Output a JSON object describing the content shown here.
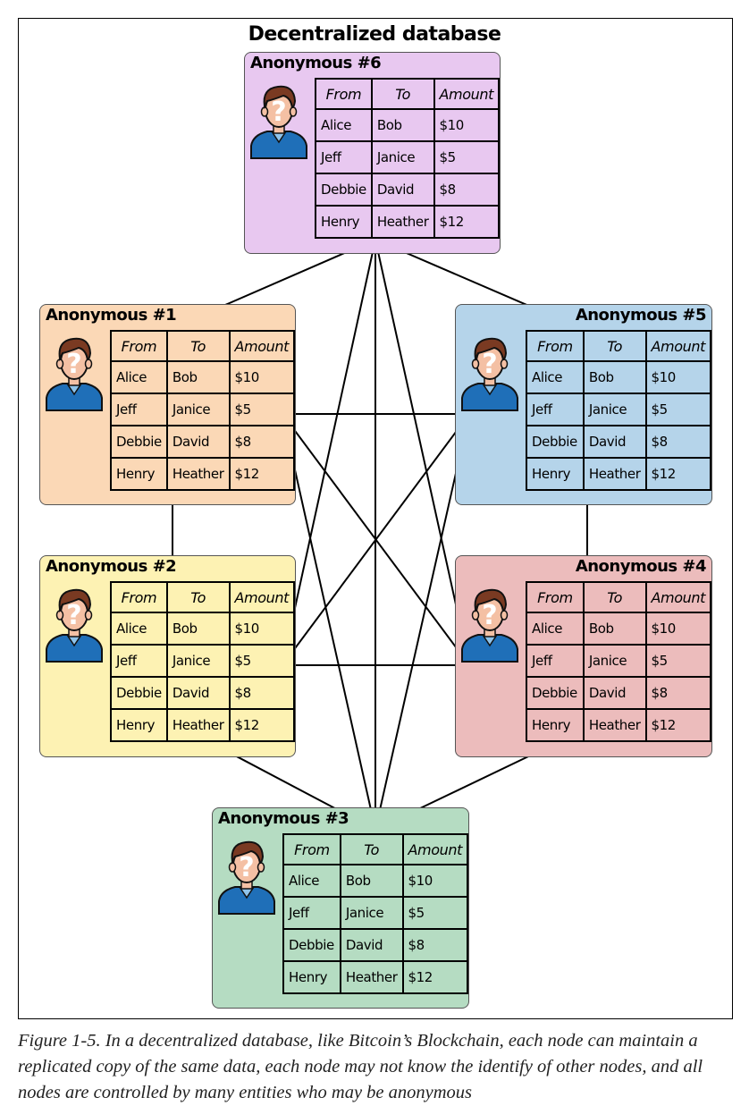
{
  "title": "Decentralized database",
  "columns": [
    "From",
    "To",
    "Amount"
  ],
  "nodes": [
    {
      "label": "Anonymous #6",
      "color": "#e8c8f0",
      "rows": [
        [
          "Alice",
          "Bob",
          "$10"
        ],
        [
          "Jeff",
          "Janice",
          "$5"
        ],
        [
          "Debbie",
          "David",
          "$8"
        ],
        [
          "Henry",
          "Heather",
          "$12"
        ]
      ]
    },
    {
      "label": "Anonymous #1",
      "color": "#fbd8b6",
      "rows": [
        [
          "Alice",
          "Bob",
          "$10"
        ],
        [
          "Jeff",
          "Janice",
          "$5"
        ],
        [
          "Debbie",
          "David",
          "$8"
        ],
        [
          "Henry",
          "Heather",
          "$12"
        ]
      ]
    },
    {
      "label": "Anonymous #5",
      "color": "#b5d4ea",
      "rows": [
        [
          "Alice",
          "Bob",
          "$10"
        ],
        [
          "Jeff",
          "Janice",
          "$5"
        ],
        [
          "Debbie",
          "David",
          "$8"
        ],
        [
          "Henry",
          "Heather",
          "$12"
        ]
      ]
    },
    {
      "label": "Anonymous #2",
      "color": "#fdf2b3",
      "rows": [
        [
          "Alice",
          "Bob",
          "$10"
        ],
        [
          "Jeff",
          "Janice",
          "$5"
        ],
        [
          "Debbie",
          "David",
          "$8"
        ],
        [
          "Henry",
          "Heather",
          "$12"
        ]
      ]
    },
    {
      "label": "Anonymous #4",
      "color": "#ecbcbc",
      "rows": [
        [
          "Alice",
          "Bob",
          "$10"
        ],
        [
          "Jeff",
          "Janice",
          "$5"
        ],
        [
          "Debbie",
          "David",
          "$8"
        ],
        [
          "Henry",
          "Heather",
          "$12"
        ]
      ]
    },
    {
      "label": "Anonymous #3",
      "color": "#b5dcc2",
      "rows": [
        [
          "Alice",
          "Bob",
          "$10"
        ],
        [
          "Jeff",
          "Janice",
          "$5"
        ],
        [
          "Debbie",
          "David",
          "$8"
        ],
        [
          "Henry",
          "Heather",
          "$12"
        ]
      ]
    }
  ],
  "caption": "Figure 1-5. In a decentralized database, like Bitcoin’s Blockchain, each node can maintain a replicated copy of the same data, each node may not know the identify of other nodes, and all nodes are controlled by many entities who may be anonymous"
}
